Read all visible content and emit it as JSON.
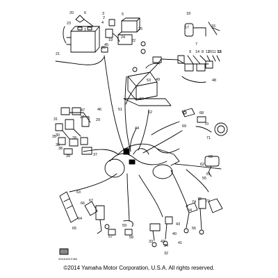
{
  "diagram": {
    "part_numbers": [
      "1",
      "2",
      "3",
      "4",
      "5",
      "6",
      "7",
      "8",
      "9",
      "10",
      "11",
      "12",
      "13",
      "14",
      "15",
      "16",
      "17",
      "18",
      "19",
      "20",
      "21",
      "22",
      "23",
      "24",
      "25",
      "26",
      "27",
      "28",
      "29",
      "30",
      "31",
      "32",
      "33",
      "34",
      "35",
      "36",
      "37",
      "38",
      "39",
      "40",
      "41",
      "42",
      "43",
      "44",
      "45",
      "46",
      "47",
      "48",
      "49",
      "50",
      "51",
      "52",
      "53",
      "54",
      "55",
      "56",
      "57",
      "58",
      "59",
      "60",
      "61",
      "62",
      "63",
      "64",
      "65",
      "66",
      "67",
      "68",
      "69",
      "70",
      "71",
      "72",
      "73",
      "74"
    ],
    "reference_code": "2D2A100-F460",
    "footer": "©2014 Yamaha Motor Corporation, U.S.A. All rights reserved."
  }
}
